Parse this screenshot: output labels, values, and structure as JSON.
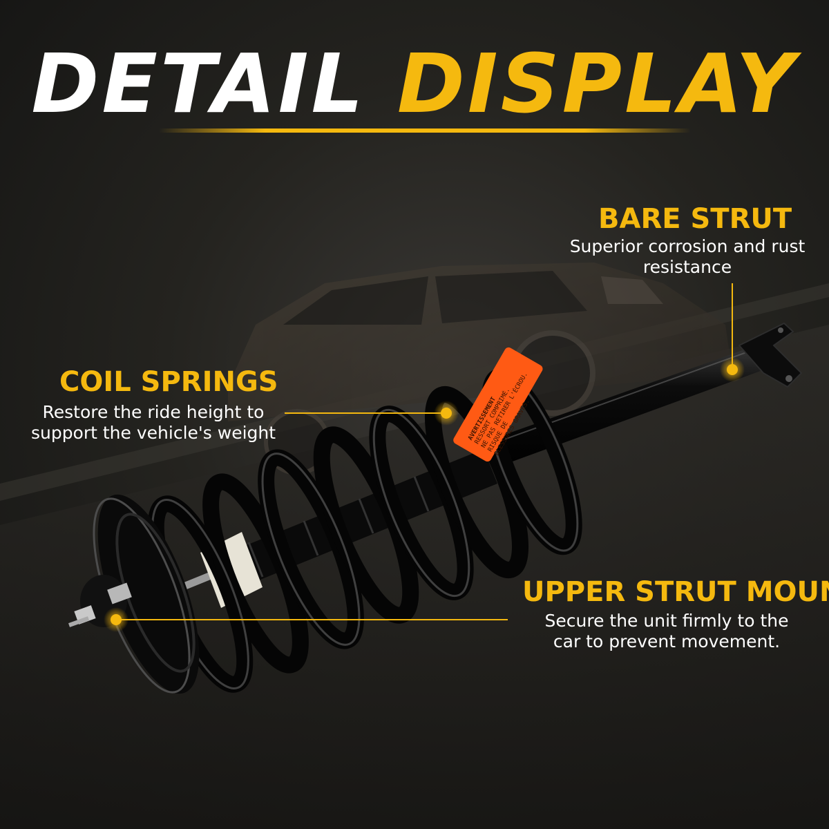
{
  "title": {
    "word1": "DETAIL",
    "word2": "DISPLAY"
  },
  "callouts": {
    "bare_strut": {
      "heading": "BARE STRUT",
      "line1": "Superior corrosion and rust",
      "line2": "resistance"
    },
    "coil_springs": {
      "heading": "COIL SPRINGS",
      "line1": "Restore the ride height to",
      "line2": "support the vehicle's weight"
    },
    "upper_mount": {
      "heading": "UPPER STRUT MOUNT",
      "line1": "Secure the unit firmly to the",
      "line2": "car to prevent movement."
    }
  },
  "warning_label": {
    "line1": "AVERTISSEMENT",
    "line2": "RESSORT COMPRIMÉ.",
    "line3": "NE PAS RETIRER L'ÉCROU.",
    "line4": "RISQUE DE",
    "line5": "BLESSURES GRAVES."
  },
  "colors": {
    "accent": "#f5b90f",
    "background": "#1f1e1b",
    "label": "#ff5a14"
  }
}
